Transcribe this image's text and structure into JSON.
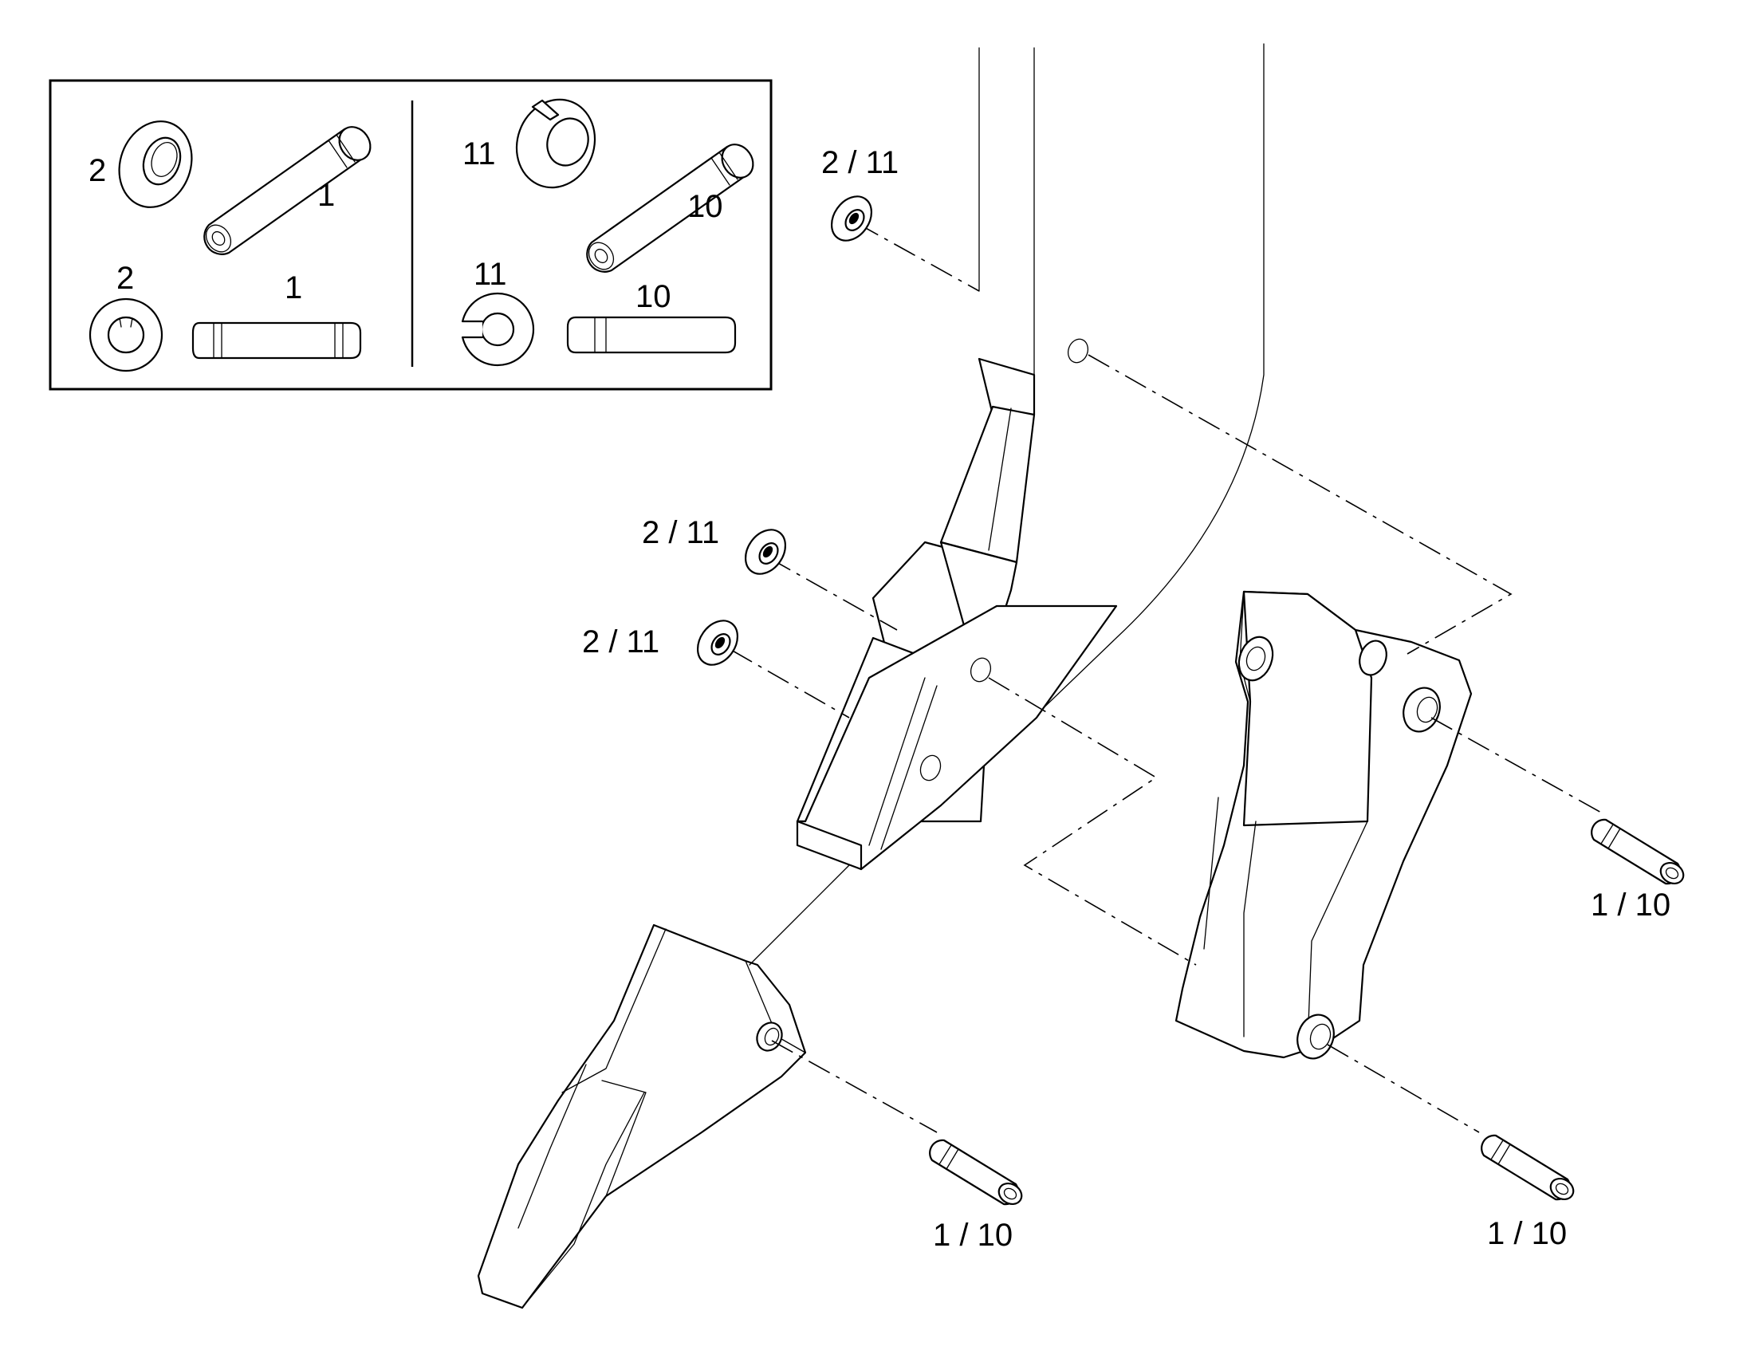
{
  "inset": {
    "left_group": {
      "washer_label_iso": "2",
      "pin_label_iso": "1",
      "washer_label_side": "2",
      "pin_label_side": "1"
    },
    "right_group": {
      "washer_label_iso": "11",
      "pin_label_iso": "10",
      "washer_label_side": "11",
      "pin_label_side": "10"
    }
  },
  "callouts": {
    "washer_top": "2 / 11",
    "washer_mid_upper": "2 / 11",
    "washer_mid_lower": "2 / 11",
    "pin_right_upper": "1 / 10",
    "pin_tooth": "1 / 10",
    "pin_right_lower": "1 / 10"
  },
  "parts": {
    "washer_icon": "washer-icon",
    "pin_icon": "pin-icon",
    "tooth_icon": "bucket-tooth-icon",
    "adapter_icon": "tooth-adapter-icon",
    "side_cutter_icon": "side-cutter-icon"
  }
}
